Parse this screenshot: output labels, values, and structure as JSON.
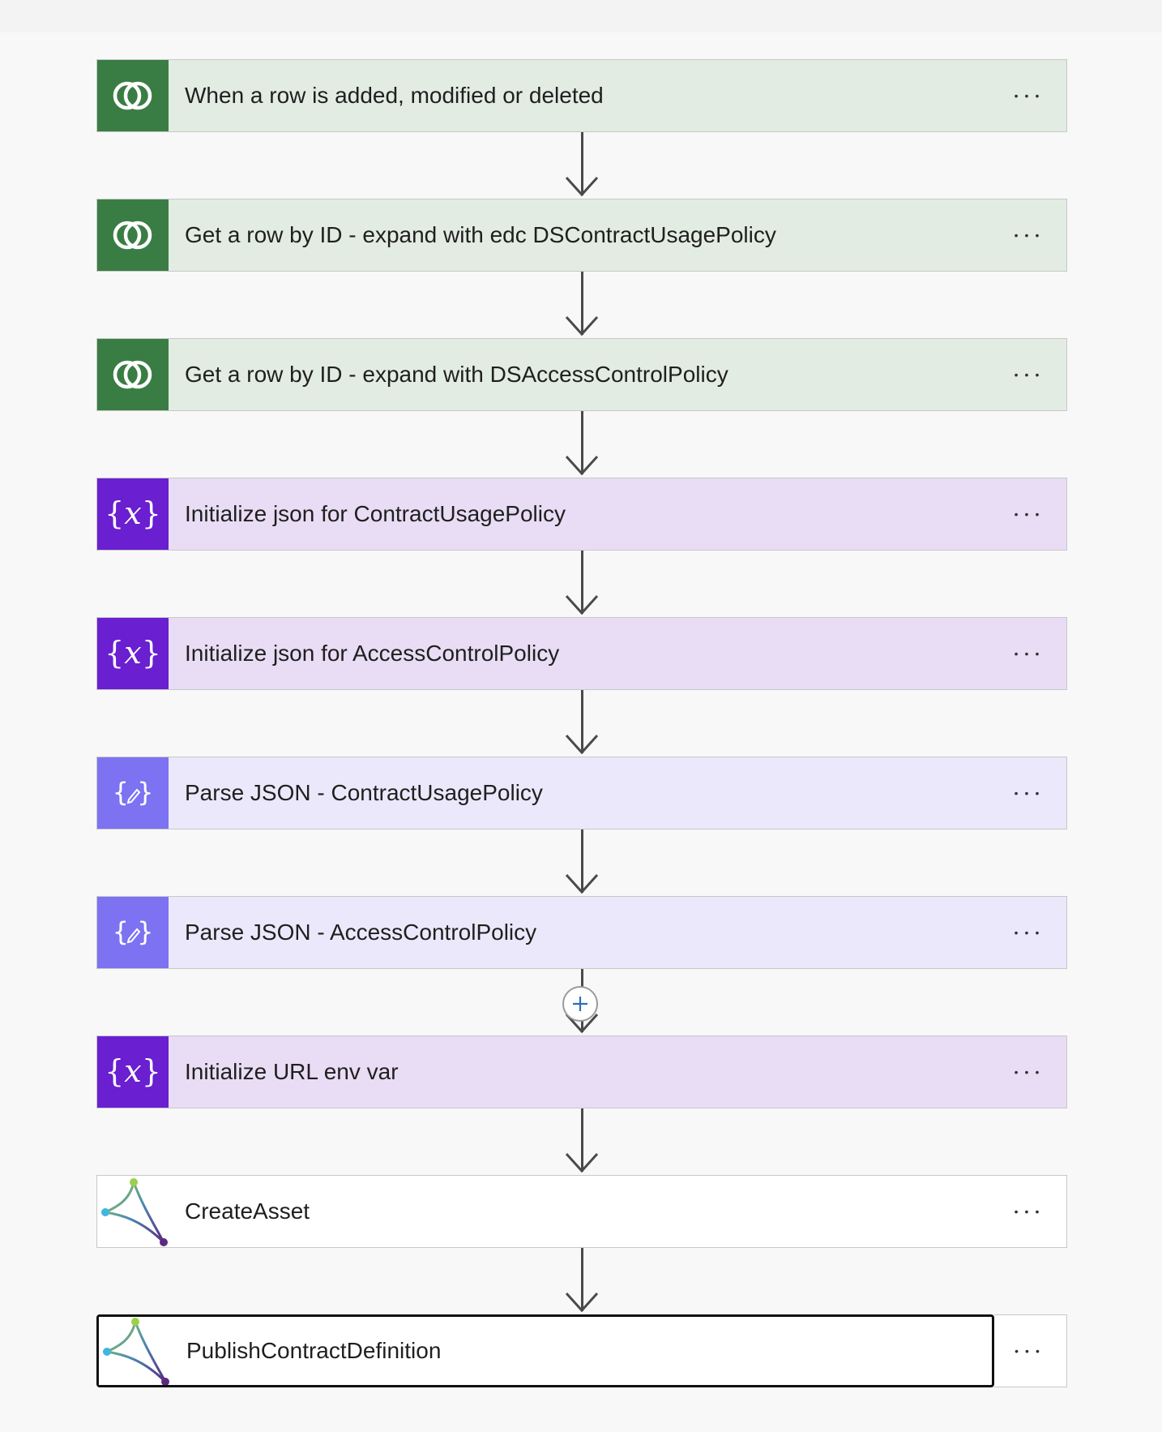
{
  "flow": {
    "steps": [
      {
        "label": "When a row is added, modified or deleted",
        "icon": "dataverse-icon",
        "kind": "dataverse"
      },
      {
        "label": "Get a row by ID - expand with edc DSContractUsagePolicy",
        "icon": "dataverse-icon",
        "kind": "dataverse"
      },
      {
        "label": "Get a row by ID - expand with DSAccessControlPolicy",
        "icon": "dataverse-icon",
        "kind": "dataverse"
      },
      {
        "label": "Initialize json for ContractUsagePolicy",
        "icon": "variable-icon",
        "kind": "variable"
      },
      {
        "label": "Initialize json for AccessControlPolicy",
        "icon": "variable-icon",
        "kind": "variable"
      },
      {
        "label": "Parse JSON - ContractUsagePolicy",
        "icon": "parse-json-icon",
        "kind": "parse"
      },
      {
        "label": "Parse JSON - AccessControlPolicy",
        "icon": "parse-json-icon",
        "kind": "parse"
      },
      {
        "label": "Initialize URL env var",
        "icon": "variable-icon",
        "kind": "variable"
      },
      {
        "label": "CreateAsset",
        "icon": "custom-connector-icon",
        "kind": "custom"
      },
      {
        "label": "PublishContractDefinition",
        "icon": "custom-connector-icon",
        "kind": "custom",
        "selected": true
      }
    ],
    "more_label": "...",
    "insert_step_symbol": "+"
  },
  "colors": {
    "dataverse_header": "#3a7d44",
    "dataverse_bg": "#e2ece3",
    "variable_header": "#6a1fd0",
    "variable_bg": "#e8ddf4",
    "parse_header": "#7d72f2",
    "parse_bg": "#ebe8fb",
    "connector_line": "#4a4a4a",
    "plus_icon": "#2f6fb5"
  }
}
